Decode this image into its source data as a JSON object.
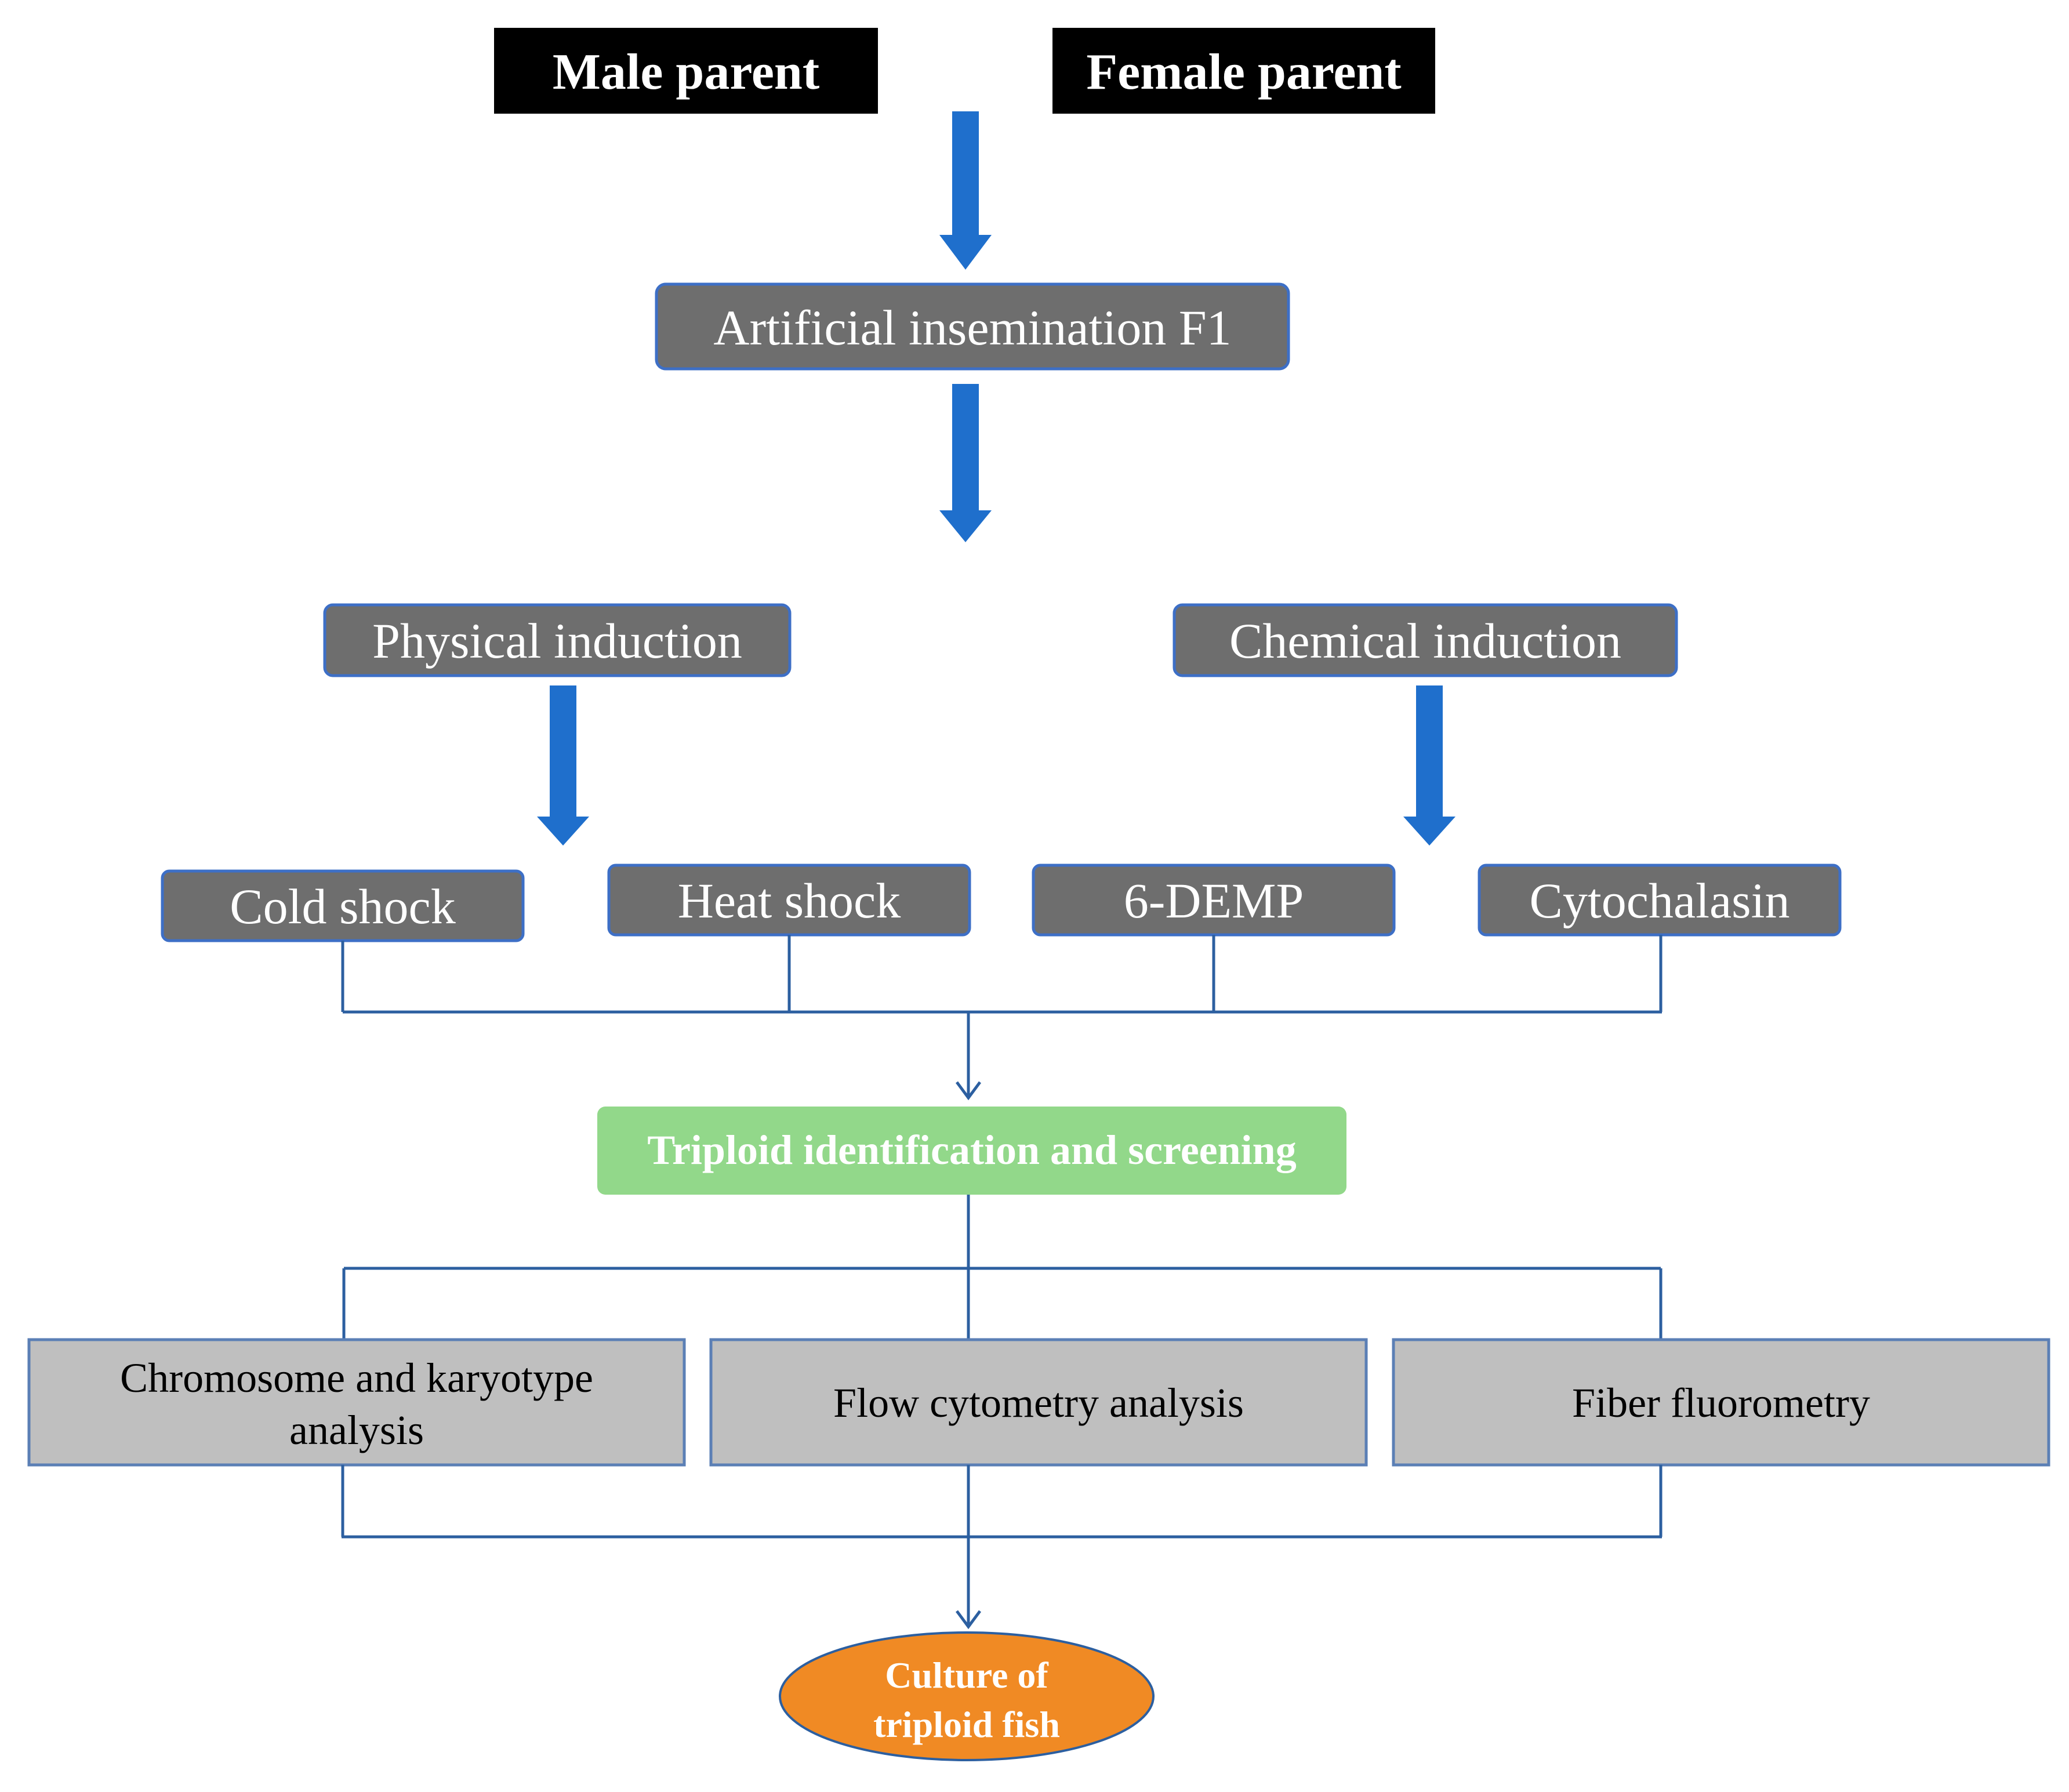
{
  "diagram": {
    "parents": {
      "male": "Male parent",
      "female": "Female parent"
    },
    "insemination": "Artificial insemination F1",
    "induction": {
      "physical": "Physical induction",
      "chemical": "Chemical induction"
    },
    "treatments": {
      "cold_shock": "Cold shock",
      "heat_shock": "Heat shock",
      "demp": "6-DEMP",
      "cytochalasin": "Cytochalasin"
    },
    "screening": "Triploid identification and screening",
    "methods": {
      "chromosome_line1": "Chromosome and karyotype",
      "chromosome_line2": "analysis",
      "flow_cytometry": "Flow cytometry analysis",
      "fiber_fluorometry": "Fiber fluorometry"
    },
    "outcome": {
      "line1": "Culture of",
      "line2": "triploid fish"
    }
  },
  "colors": {
    "parent_box": "#000000",
    "grey_box": "#6e6e6e",
    "grey_box_border": "#3d6fc6",
    "arrow_blue": "#1f6fcc",
    "connector_line": "#2c5fa0",
    "screening_box": "#92d88a",
    "method_box": "#bfbfbf",
    "method_border": "#5b7fb5",
    "outcome_oval": "#f08a24"
  }
}
